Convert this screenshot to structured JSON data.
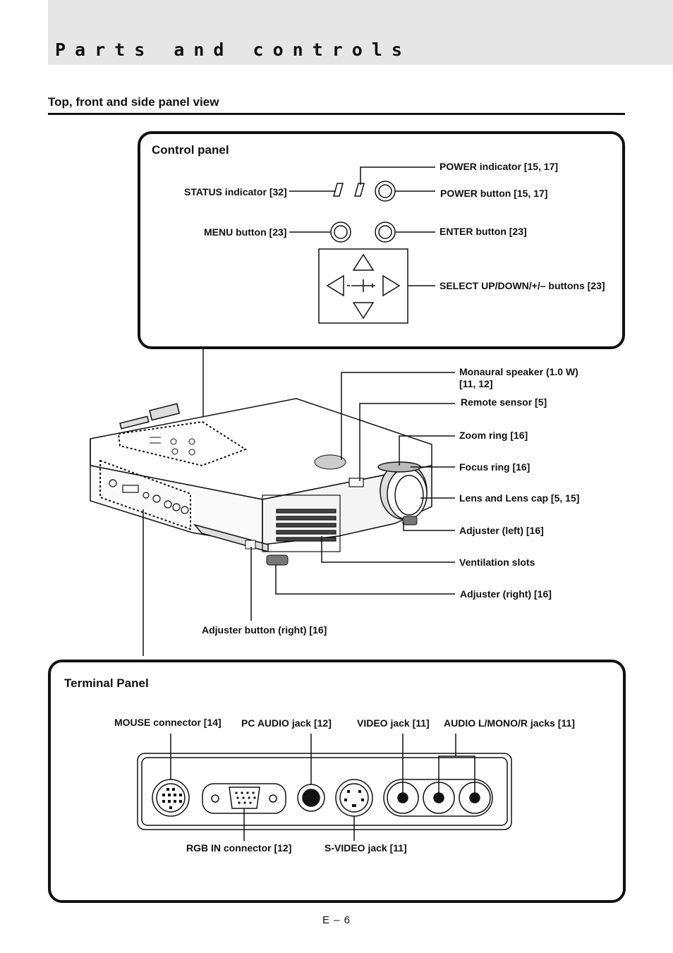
{
  "header": {
    "title": "Parts and controls"
  },
  "section": {
    "heading": "Top, front and side panel view"
  },
  "control_panel": {
    "title": "Control panel",
    "labels": {
      "power_indicator": "POWER indicator [15, 17]",
      "status_indicator": "STATUS indicator [32]",
      "power_button": "POWER button [15, 17]",
      "menu_button": "MENU button [23]",
      "enter_button": "ENTER button [23]",
      "select_buttons": "SELECT UP/DOWN/+/– buttons [23]"
    }
  },
  "projector": {
    "labels": {
      "speaker": "Monaural speaker (1.0 W)",
      "speaker_pages": "[11, 12]",
      "remote_sensor": "Remote sensor [5]",
      "zoom_ring": "Zoom ring [16]",
      "focus_ring": "Focus ring [16]",
      "lens": "Lens and Lens cap [5, 15]",
      "adjuster_left": "Adjuster (left) [16]",
      "ventilation": "Ventilation slots",
      "adjuster_right": "Adjuster (right) [16]",
      "adjuster_button_right": "Adjuster button (right) [16]"
    }
  },
  "terminal_panel": {
    "title": "Terminal Panel",
    "labels": {
      "mouse": "MOUSE connector [14]",
      "pc_audio": "PC AUDIO jack [12]",
      "video": "VIDEO jack [11]",
      "audio_lr": "AUDIO L/MONO/R jacks [11]",
      "rgb_in": "RGB IN connector [12]",
      "s_video": "S-VIDEO jack [11]"
    }
  },
  "footer": {
    "page_number": "E – 6"
  }
}
